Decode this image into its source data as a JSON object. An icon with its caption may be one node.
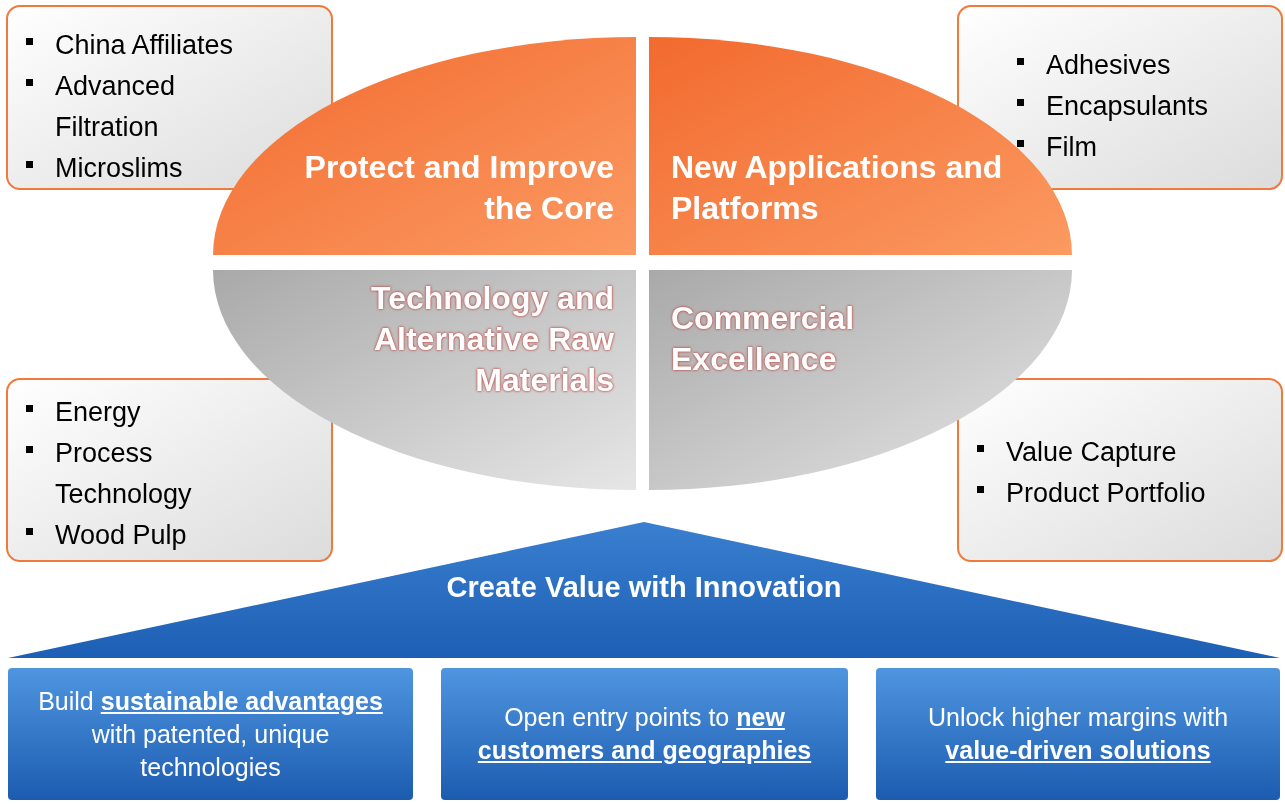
{
  "diagram": {
    "nodes": [
      {
        "text": [
          "China Affiliates",
          "Advanced Filtration",
          "Microslims"
        ]
      },
      {
        "text": [
          "Adhesives",
          "Encapsulants",
          "Film"
        ]
      },
      {
        "text": [
          "Energy",
          "Process Technology",
          "Wood Pulp"
        ]
      },
      {
        "text": [
          "Value Capture",
          "Product Portfolio"
        ]
      },
      {
        "text": [
          "Protect and Improve the Core"
        ]
      },
      {
        "text": [
          "New Applications and Platforms"
        ]
      },
      {
        "text": [
          "Technology and Alternative Raw Materials"
        ]
      },
      {
        "text": [
          "Commercial Excellence"
        ]
      },
      {
        "text": [
          "Create Value with Innovation"
        ]
      },
      {
        "text": [
          "Build **sustainable advantages** with patented, unique technologies"
        ]
      },
      {
        "text": [
          "Open entry points to **new customers and geographies**"
        ]
      },
      {
        "text": [
          "Unlock higher margins with **value-driven solutions**"
        ]
      }
    ],
    "edges": []
  }
}
